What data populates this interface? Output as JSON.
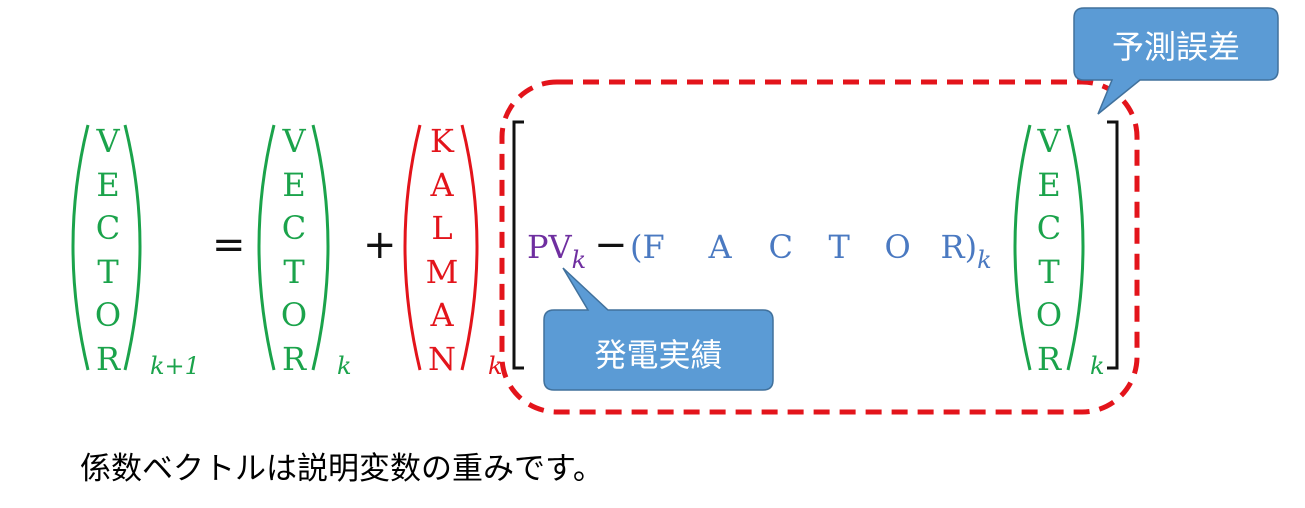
{
  "equation": {
    "lhs_vector": {
      "letters": [
        "V",
        "E",
        "C",
        "T",
        "O",
        "R"
      ],
      "subscript": "k+1"
    },
    "equals": "=",
    "rhs_vector": {
      "letters": [
        "V",
        "E",
        "C",
        "T",
        "O",
        "R"
      ],
      "subscript": "k"
    },
    "plus": "+",
    "kalman": {
      "letters": [
        "K",
        "A",
        "L",
        "M",
        "A",
        "N"
      ],
      "subscript": "k"
    },
    "pv": {
      "text": "PV",
      "subscript": "k"
    },
    "minus": "−",
    "factor": {
      "open": "(",
      "letters": [
        "F",
        "A",
        "C",
        "T",
        "O",
        "R"
      ],
      "close": ")",
      "subscript": "k"
    },
    "inner_vector": {
      "letters": [
        "V",
        "E",
        "C",
        "T",
        "O",
        "R"
      ],
      "subscript": "k"
    }
  },
  "callouts": {
    "prediction_error": "予測誤差",
    "generation_actual": "発電実績"
  },
  "caption": "係数ベクトルは説明変数の重みです。",
  "colors": {
    "vector": "#1ba34b",
    "kalman": "#e3141b",
    "factor": "#4a79c1",
    "pv": "#6f2fa0",
    "callout_fill": "#5b9bd5",
    "dashed_box": "#e3141b"
  }
}
